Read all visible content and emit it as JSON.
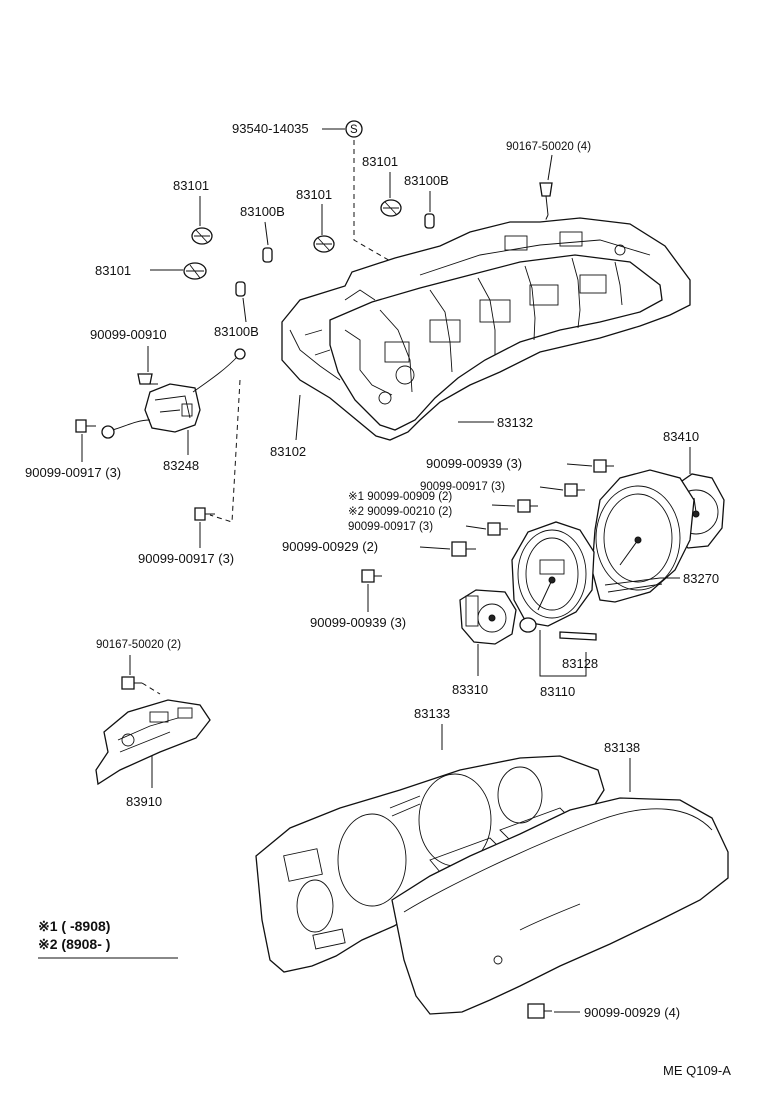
{
  "labels": {
    "p93540": "93540-14035",
    "p90167a": "90167-50020 (4)",
    "p83101_a": "83101",
    "p83100b_a": "83100B",
    "p83101_b": "83101",
    "p83101_c": "83101",
    "p83100b_b": "83100B",
    "p83101_d": "83101",
    "p83100b_c": "83100B",
    "p90099_00910": "90099-00910",
    "p90099_00917a": "90099-00917 (3)",
    "p83248": "83248",
    "p83102": "83102",
    "p83132": "83132",
    "p90099_00917b": "90099-00917 (3)",
    "p90099_00939a": "90099-00939 (3)",
    "p90099_00917c": "90099-00917 (3)",
    "p90099_00909": "※1 90099-00909 (2)",
    "p90099_00210": "※2 90099-00210 (2)",
    "p90099_00917d": "90099-00917 (3)",
    "p90099_00929a": "90099-00929 (2)",
    "p83410": "83410",
    "p83270": "83270",
    "p90099_00939b": "90099-00939 (3)",
    "p83310": "83310",
    "p83128": "83128",
    "p83110": "83110",
    "p90167b": "90167-50020 (2)",
    "p83910": "83910",
    "p83133": "83133",
    "p83138": "83138",
    "p90099_00929b": "90099-00929 (4)"
  },
  "notes": {
    "n1": "※1 (      -8908)",
    "n2": "※2 (8908-       )"
  },
  "footer": {
    "code": "ME  Q109-A"
  },
  "symbols": {
    "s_mark": "S"
  }
}
